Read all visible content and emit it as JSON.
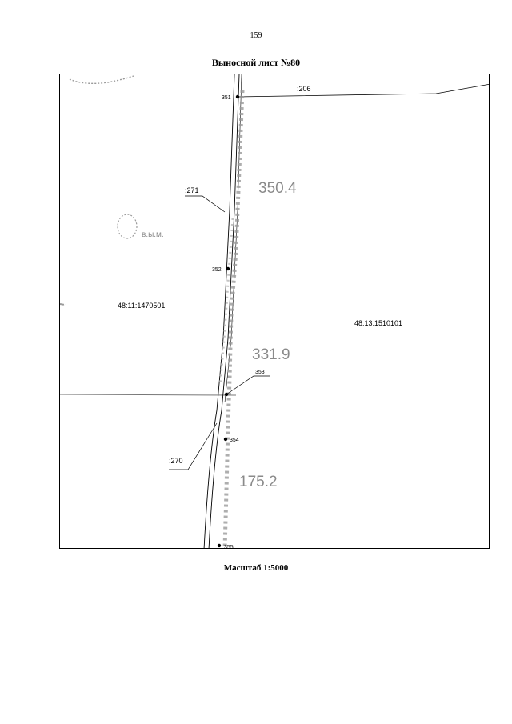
{
  "page": {
    "number": "159",
    "title": "Выносной лист №80",
    "scale": "Масштаб 1:5000"
  },
  "map": {
    "parcels": [
      {
        "id": "left",
        "label": "48:11:1470501"
      },
      {
        "id": "right",
        "label": "48:13:1510101"
      }
    ],
    "segments": [
      {
        "id": "206",
        "label": ":206"
      },
      {
        "id": "271",
        "label": ":271"
      },
      {
        "id": "270",
        "label": ":270"
      }
    ],
    "points": [
      {
        "id": "351",
        "label": "351"
      },
      {
        "id": "352",
        "label": "352"
      },
      {
        "id": "353",
        "label": "353"
      },
      {
        "id": "354",
        "label": "354"
      },
      {
        "id": "355",
        "label": "355"
      }
    ],
    "elevations": [
      {
        "id": "e1",
        "value": "350.4"
      },
      {
        "id": "e2",
        "value": "331.9"
      },
      {
        "id": "e3",
        "value": "175.2"
      }
    ],
    "symbol_text": "в.ы.м.",
    "colors": {
      "boundary": "#000000",
      "relief": "#9a9a9a",
      "elevation_text": "#8a8a8a"
    }
  }
}
